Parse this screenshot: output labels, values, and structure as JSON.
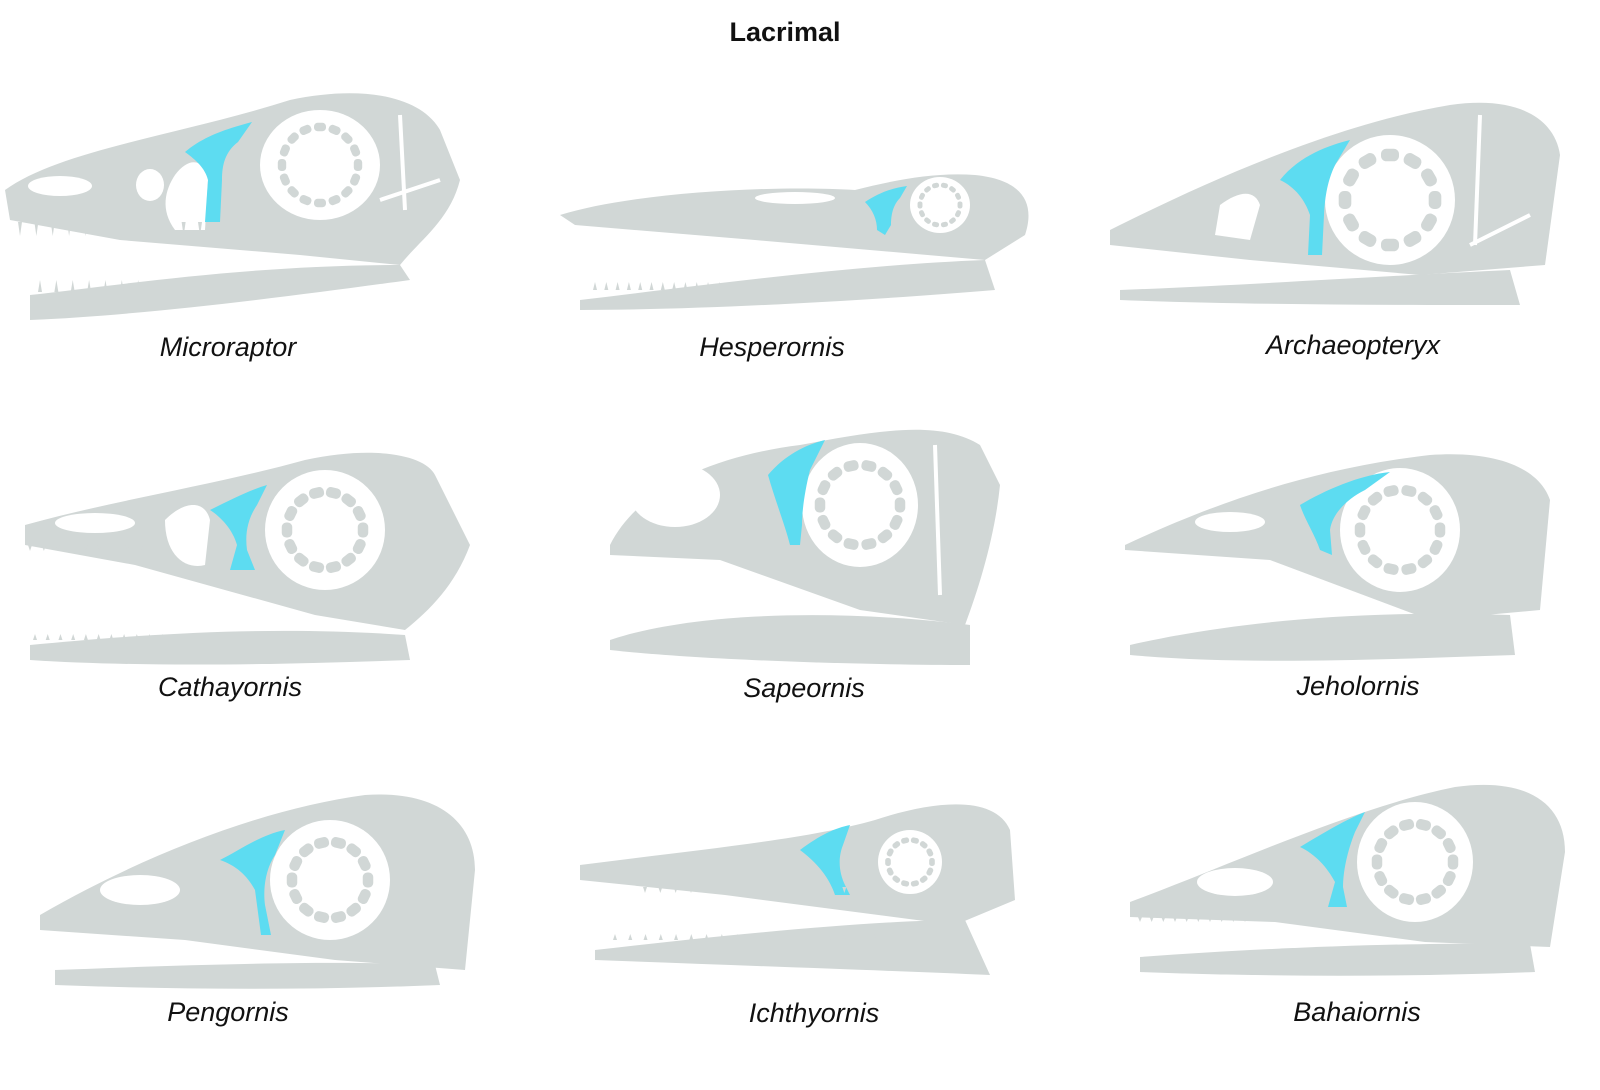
{
  "title": "Lacrimal",
  "colors": {
    "bone": "#d1d7d6",
    "lacrimal": "#5ddcf1",
    "background": "#ffffff",
    "text": "#111111"
  },
  "taxa": [
    {
      "name": "Microraptor"
    },
    {
      "name": "Hesperornis"
    },
    {
      "name": "Archaeopteryx"
    },
    {
      "name": "Cathayornis"
    },
    {
      "name": "Sapeornis"
    },
    {
      "name": "Jeholornis"
    },
    {
      "name": "Pengornis"
    },
    {
      "name": "Ichthyornis"
    },
    {
      "name": "Bahaiornis"
    }
  ]
}
